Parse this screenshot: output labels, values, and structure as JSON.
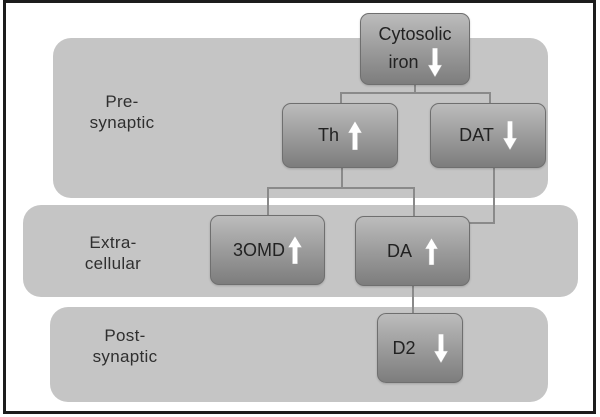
{
  "diagram": {
    "regions": {
      "pre": {
        "line1": "Pre-",
        "line2": "synaptic"
      },
      "extra": {
        "line1": "Extra-",
        "line2": "cellular"
      },
      "post": {
        "line1": "Post-",
        "line2": "synaptic"
      }
    },
    "nodes": {
      "cytosolic_iron": {
        "line1": "Cytosolic",
        "line2": "iron",
        "direction": "down"
      },
      "th": {
        "label": "Th",
        "direction": "up"
      },
      "dat": {
        "label": "DAT",
        "direction": "down"
      },
      "omd3": {
        "label": "3OMD",
        "direction": "up"
      },
      "da": {
        "label": "DA",
        "direction": "up"
      },
      "d2": {
        "label": "D2",
        "direction": "down"
      }
    },
    "edges": [
      {
        "from": "cytosolic_iron",
        "to": "th"
      },
      {
        "from": "cytosolic_iron",
        "to": "dat"
      },
      {
        "from": "th",
        "to": "omd3"
      },
      {
        "from": "th",
        "to": "da"
      },
      {
        "from": "dat",
        "to": "da"
      },
      {
        "from": "da",
        "to": "d2"
      }
    ],
    "colors": {
      "region_fill": "#c5c5c5",
      "node_gradient_top": "#bcbcbc",
      "node_gradient_bottom": "#7d7d7d",
      "node_border": "#6f6f6f",
      "connector": "#8a8a8a",
      "arrow_fill": "#ffffff",
      "text": "#222222",
      "frame": "#1c1c1c",
      "background": "#ffffff"
    }
  }
}
